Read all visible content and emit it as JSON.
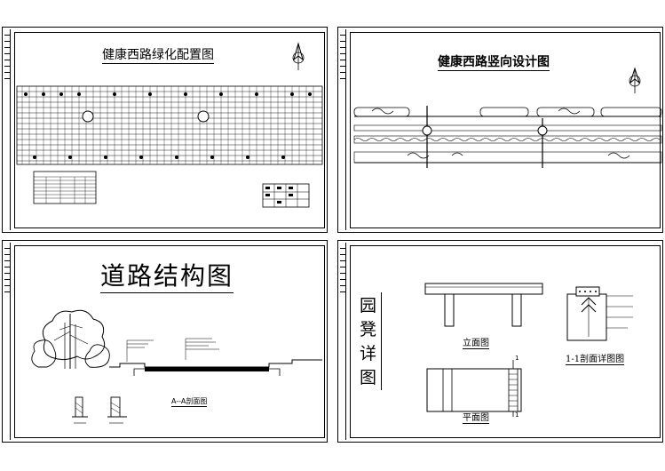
{
  "sheets": {
    "greening": {
      "title": "健康西路绿化配置图"
    },
    "vertical": {
      "title": "健康西路竖向设计图"
    },
    "road": {
      "title": "道路结构图",
      "section_label": "A--A剖面图"
    },
    "bench": {
      "title_chars": [
        "园",
        "凳",
        "详",
        "图"
      ],
      "elevation_label": "立面图",
      "plan_label": "平面图",
      "section_label": "1-1剖面详图图",
      "section_marker_top": "1",
      "section_marker_bottom": "1"
    }
  },
  "colors": {
    "line": "#000000",
    "paper": "#ffffff"
  }
}
